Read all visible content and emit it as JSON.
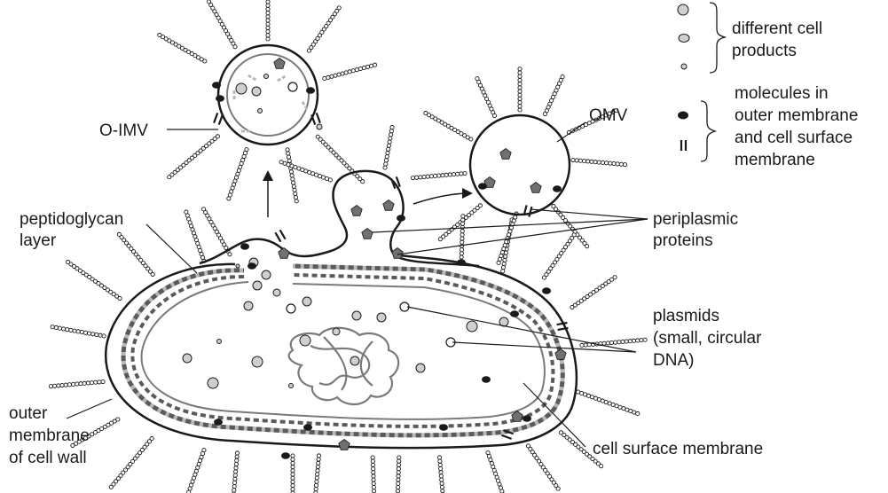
{
  "labels": {
    "o_imv": "O-IMV",
    "omv": "OMV",
    "peptidoglycan_1": "peptidoglycan",
    "peptidoglycan_2": "layer",
    "periplasmic_1": "periplasmic",
    "periplasmic_2": "proteins",
    "plasmids_1": "plasmids",
    "plasmids_2": "(small, circular",
    "plasmids_3": "DNA)",
    "outer_1": "outer",
    "outer_2": "membrane",
    "outer_3": "of cell wall",
    "cell_surface": "cell surface membrane"
  },
  "legend": {
    "products_1": "different cell",
    "products_2": "products",
    "molecules_1": "molecules in",
    "molecules_2": "outer membrane",
    "molecules_3": "and cell surface",
    "molecules_4": "membrane"
  },
  "colors": {
    "line": "#1a1a1a",
    "inner_membrane": "#7a7a7a",
    "granule_fill": "#cfcfcf",
    "protein_fill": "#707070",
    "dash_dark": "#5a5a5a",
    "dash_light": "#b8b8b8"
  }
}
